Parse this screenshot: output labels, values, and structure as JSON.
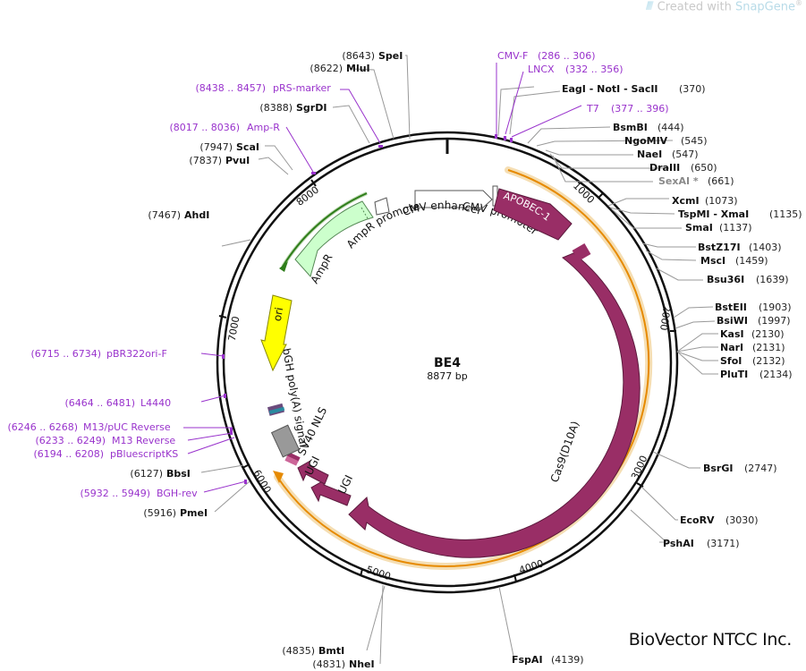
{
  "watermark": {
    "prefix": "Created with ",
    "brand": "SnapGene",
    "reg": "®",
    "icon": "snapgene-logo-icon"
  },
  "company": "BioVector NTCC Inc.",
  "plasmid": {
    "name": "BE4",
    "length_text": "8877 bp",
    "length": 8877
  },
  "ticks": [
    "1000",
    "2000",
    "3000",
    "4000",
    "5000",
    "6000",
    "7000",
    "8000"
  ],
  "colors": {
    "backbone": "#111111",
    "purple_feature": "#992e66",
    "amp_fill": "#ccffcc",
    "amp_edge": "#2e7d1a",
    "ori_fill": "#ffff00",
    "orf_line": "#e68a00",
    "orf_glow": "#f5deb3",
    "primer": "#9933cc"
  },
  "features": [
    {
      "id": "apobec",
      "label": "APOBEC-1",
      "start": 420,
      "end": 1100,
      "kind": "purple-arrow"
    },
    {
      "id": "cas9",
      "label": "Cas9(D10A)",
      "start": 1110,
      "end": 5200,
      "kind": "purple-arrow"
    },
    {
      "id": "ugi1",
      "label": "UGI",
      "start": 5230,
      "end": 5560,
      "kind": "purple-arrow"
    },
    {
      "id": "ugi2",
      "label": "UGI",
      "start": 5600,
      "end": 5900,
      "kind": "purple-arrow"
    },
    {
      "id": "sv40nls",
      "label": "SV40 NLS",
      "start": 5915,
      "end": 5965,
      "kind": "small-box"
    },
    {
      "id": "bgh",
      "label": "bGH poly(A) signal",
      "start": 6000,
      "end": 6230,
      "kind": "gray-box"
    },
    {
      "id": "ori",
      "label": "ori",
      "start": 6560,
      "end": 7150,
      "kind": "yellow-arrow"
    },
    {
      "id": "ampr",
      "label": "AmpR",
      "start": 7180,
      "end": 8050,
      "kind": "green-arrow"
    },
    {
      "id": "amppromoter",
      "label": "AmpR promoter",
      "start": 8050,
      "end": 8150,
      "kind": "white-arrow"
    },
    {
      "id": "cmvenhancer",
      "label": "CMV enhancer",
      "start": 8800,
      "end": 180,
      "kind": "white-arrow"
    },
    {
      "id": "cmvpromoter",
      "label": "CMV promoter",
      "start": 180,
      "end": 395,
      "kind": "white-arrow"
    }
  ],
  "sites": [
    {
      "num": "(8643)",
      "name": "SpeI"
    },
    {
      "num": "(8622)",
      "name": "MluI"
    },
    {
      "num": "(8388)",
      "name": "SgrDI"
    },
    {
      "num": "(7947)",
      "name": "ScaI"
    },
    {
      "num": "(7837)",
      "name": "PvuI"
    },
    {
      "num": "(7467)",
      "name": "AhdI"
    },
    {
      "num": "(6127)",
      "name": "BbsI"
    },
    {
      "num": "(5916)",
      "name": "PmeI"
    },
    {
      "num": "(4835)",
      "name": "BmtI"
    },
    {
      "num": "(4831)",
      "name": "NheI"
    },
    {
      "name": "FspAI",
      "num": "(4139)"
    },
    {
      "name": "PshAI",
      "num": "(3171)"
    },
    {
      "name": "EcoRV",
      "num": "(3030)"
    },
    {
      "name": "BsrGI",
      "num": "(2747)"
    },
    {
      "name": "PluTI",
      "num": "(2134)"
    },
    {
      "name": "SfoI",
      "num": "(2132)"
    },
    {
      "name": "NarI",
      "num": "(2131)"
    },
    {
      "name": "KasI",
      "num": "(2130)"
    },
    {
      "name": "BsiWI",
      "num": "(1997)"
    },
    {
      "name": "BstEII",
      "num": "(1903)"
    },
    {
      "name": "Bsu36I",
      "num": "(1639)"
    },
    {
      "name": "MscI",
      "num": "(1459)"
    },
    {
      "name": "BstZ17I",
      "num": "(1403)"
    },
    {
      "name": "SmaI",
      "num": "(1137)"
    },
    {
      "name": "TspMI - XmaI",
      "num": "(1135)"
    },
    {
      "name": "XcmI",
      "num": "(1073)"
    },
    {
      "name": "SexAI *",
      "num": "(661)"
    },
    {
      "name": "DraIII",
      "num": "(650)"
    },
    {
      "name": "NaeI",
      "num": "(547)"
    },
    {
      "name": "NgoMIV",
      "num": "(545)"
    },
    {
      "name": "BsmBI",
      "num": "(444)"
    },
    {
      "name": "EagI - NotI - SacII",
      "num": "(370)"
    }
  ],
  "primers": [
    {
      "range": "(8438 .. 8457)",
      "name": "pRS-marker"
    },
    {
      "range": "(8017 .. 8036)",
      "name": "Amp-R"
    },
    {
      "range": "(6715 .. 6734)",
      "name": "pBR322ori-F"
    },
    {
      "range": "(6464 .. 6481)",
      "name": "L4440"
    },
    {
      "range": "(6246 .. 6268)",
      "name": "M13/pUC Reverse"
    },
    {
      "range": "(6233 .. 6249)",
      "name": "M13 Reverse"
    },
    {
      "range": "(6194 .. 6208)",
      "name": "pBluescriptKS"
    },
    {
      "range": "(5932 .. 5949)",
      "name": "BGH-rev"
    },
    {
      "name": "CMV-F",
      "range": "(286 .. 306)"
    },
    {
      "name": "LNCX",
      "range": "(332 .. 356)"
    },
    {
      "name": "T7",
      "range": "(377 .. 396)"
    }
  ]
}
